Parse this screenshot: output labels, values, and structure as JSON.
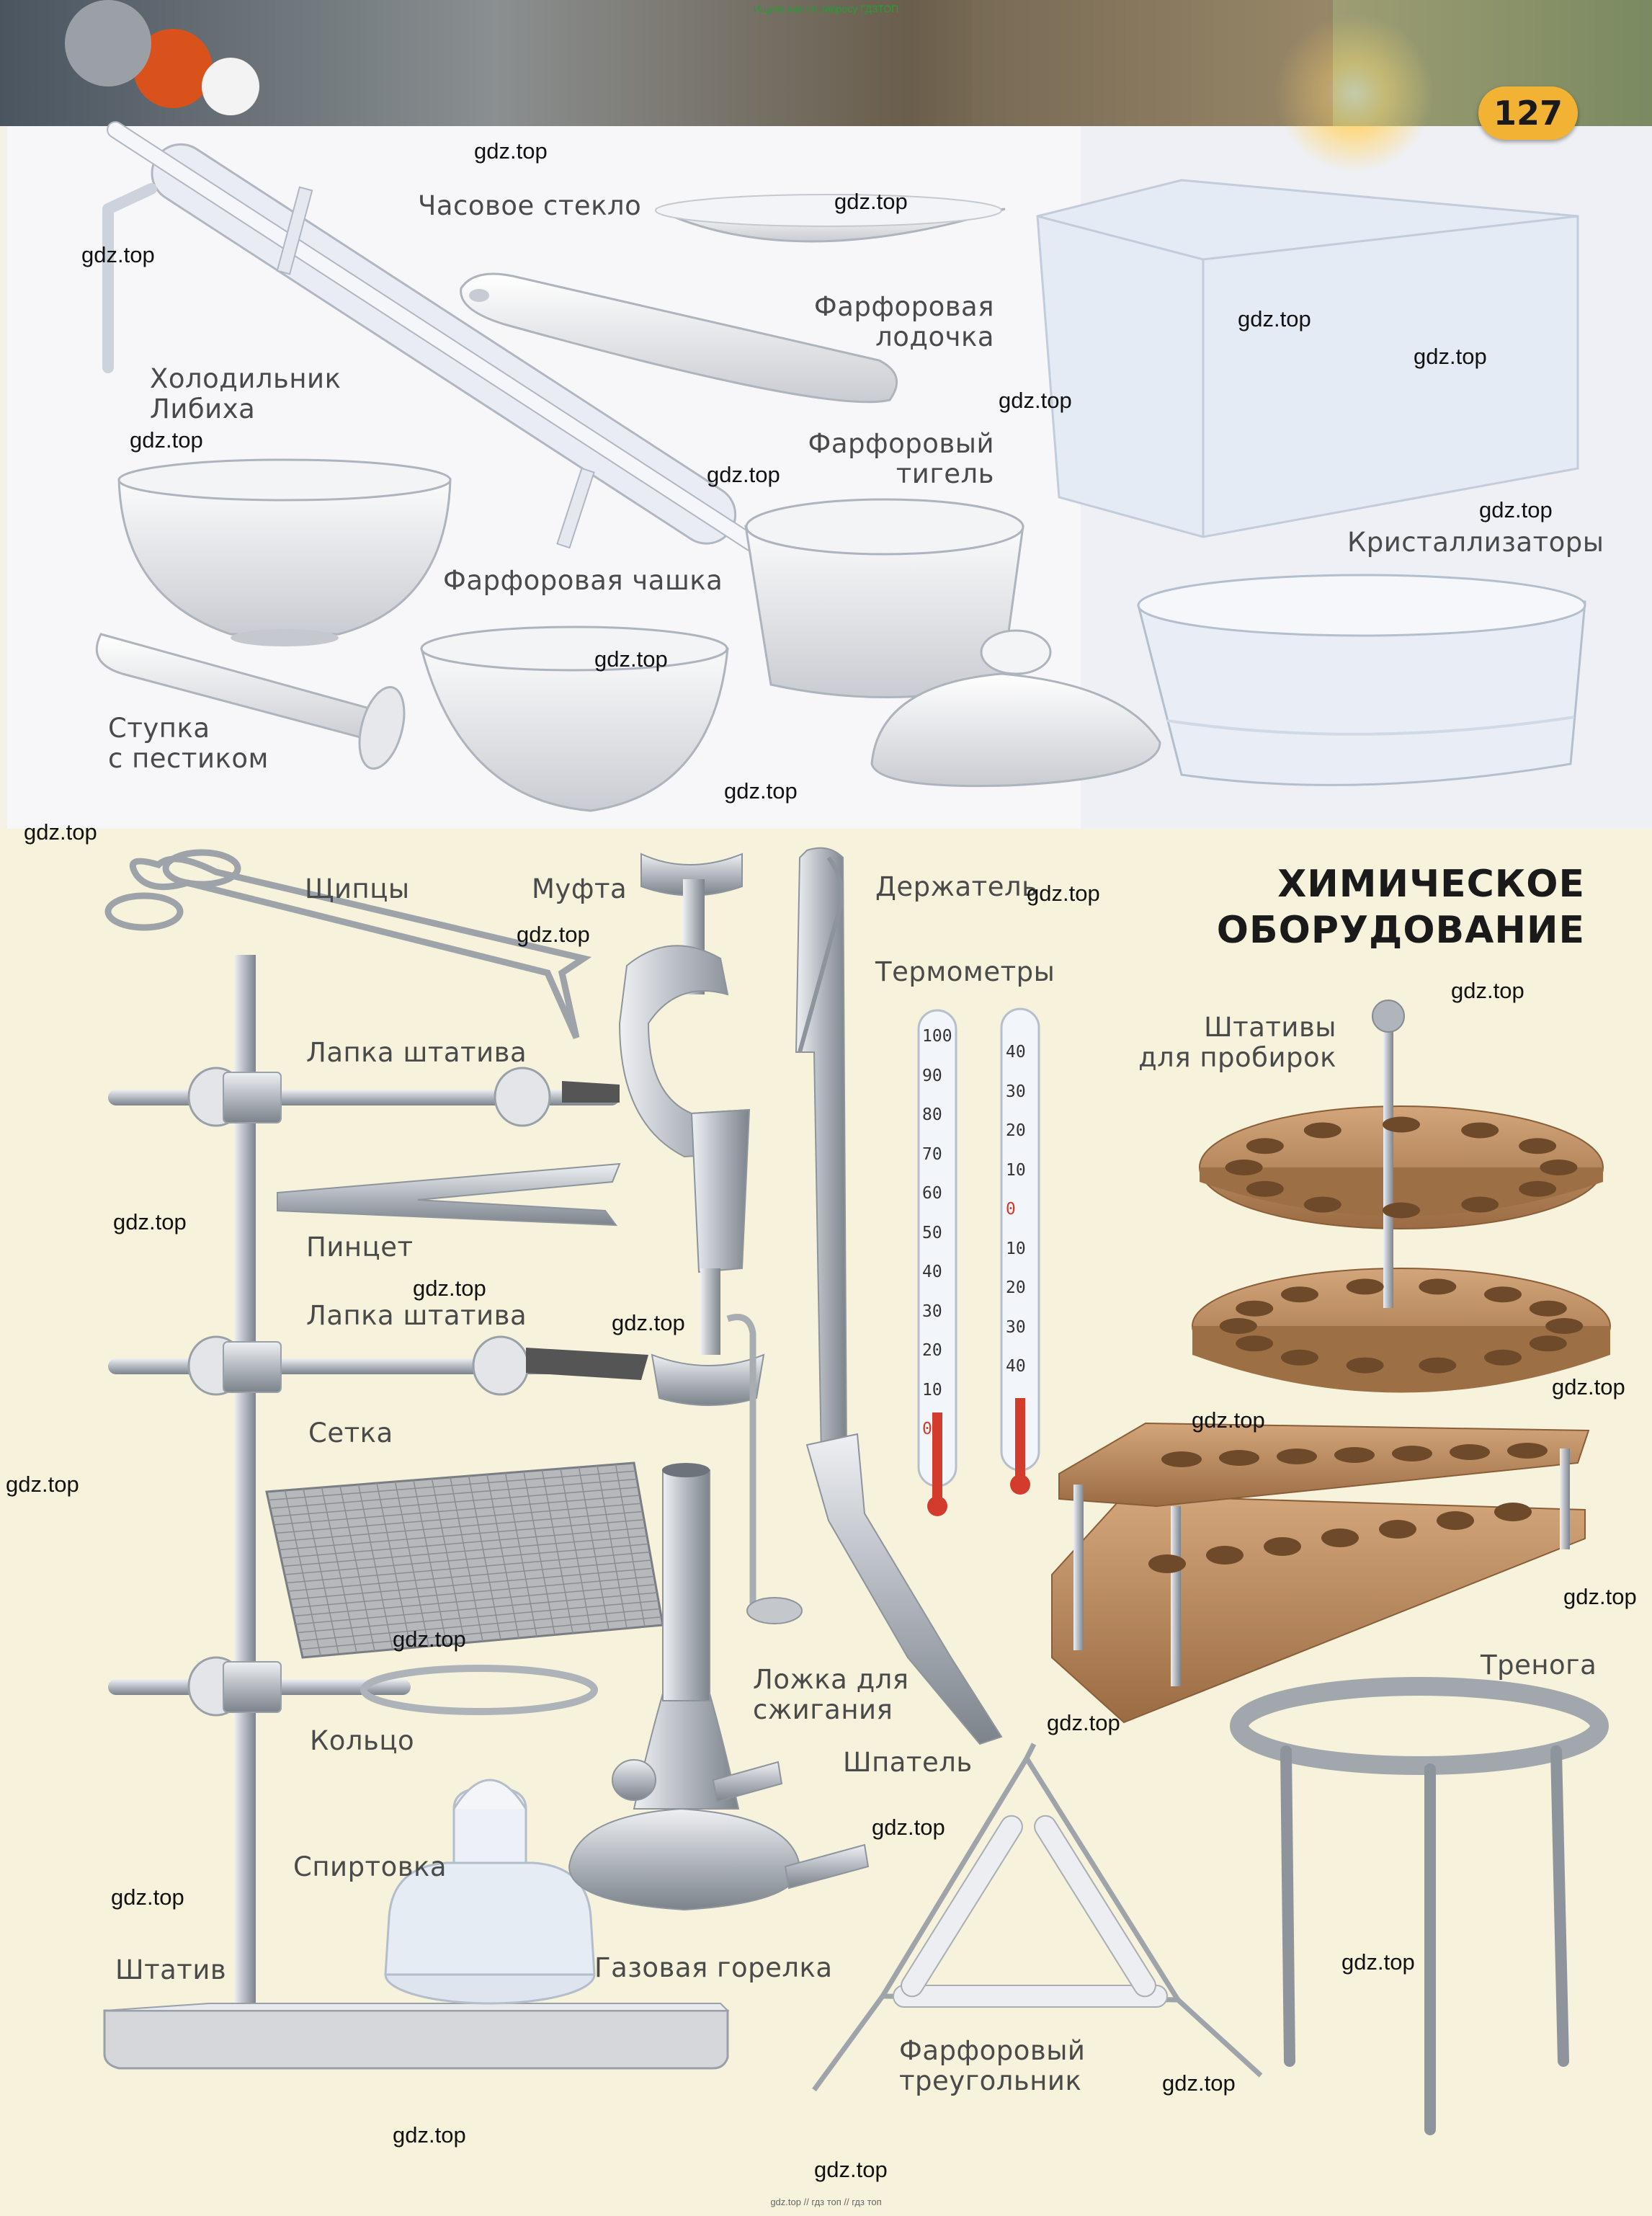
{
  "header": {
    "search_hint": "Ищите нас по запросу ГДЗТОП",
    "footer_links": "gdz.top // гдз топ // гдз топ",
    "page_number": "127"
  },
  "heading": {
    "line1": "ХИМИЧЕСКОЕ",
    "line2": "ОБОРУДОВАНИЕ"
  },
  "labels": {
    "watch_glass": "Часовое стекло",
    "boat": "Фарфоровая\nлодочка",
    "condenser": "Холодильник\nЛибиха",
    "crucible": "Фарфоровый\nтигель",
    "crystallizers": "Кристаллизаторы",
    "bowl": "Фарфоровая чашка",
    "mortar": "Ступка\nс пестиком",
    "tongs": "Щипцы",
    "clamp_coupling": "Муфта",
    "holder": "Держатель",
    "thermometers": "Термометры",
    "stand_clamp_1": "Лапка штатива",
    "tube_racks": "Штативы\nдля пробирок",
    "tweezers": "Пинцет",
    "stand_clamp_2": "Лапка штатива",
    "gauze": "Сетка",
    "spoon": "Ложка для\nсжигания",
    "spatula": "Шпатель",
    "tripod": "Тренога",
    "ring": "Кольцо",
    "spirit_lamp": "Спиртовка",
    "stand": "Штатив",
    "gas_burner": "Газовая горелка",
    "triangle": "Фарфоровый\nтреугольник"
  },
  "thermometer_left_scale": [
    "100",
    "90",
    "80",
    "70",
    "60",
    "50",
    "40",
    "30",
    "20",
    "10",
    "0"
  ],
  "thermometer_right_scale": [
    "40",
    "30",
    "20",
    "10",
    "0",
    "10",
    "20",
    "30",
    "40"
  ],
  "watermarks": [
    "gdz.top",
    "gdz.top",
    "gdz.top",
    "gdz.top",
    "gdz.top",
    "gdz.top",
    "gdz.top",
    "gdz.top",
    "gdz.top",
    "gdz.top",
    "gdz.top",
    "gdz.top",
    "gdz.top",
    "gdz.top",
    "gdz.top",
    "gdz.top",
    "gdz.top",
    "gdz.top",
    "gdz.top",
    "gdz.top",
    "gdz.top",
    "gdz.top",
    "gdz.top",
    "gdz.top",
    "gdz.top",
    "gdz.top",
    "gdz.top",
    "gdz.top",
    "gdz.top",
    "gdz.top"
  ],
  "colors": {
    "page_background": "#f4f1e6",
    "upper_panel": "#f7f7f9",
    "page_badge": "#f2b233",
    "wood": "#b98a5e",
    "glass": "#dfe6f2",
    "metal": "#b8bcc2"
  }
}
